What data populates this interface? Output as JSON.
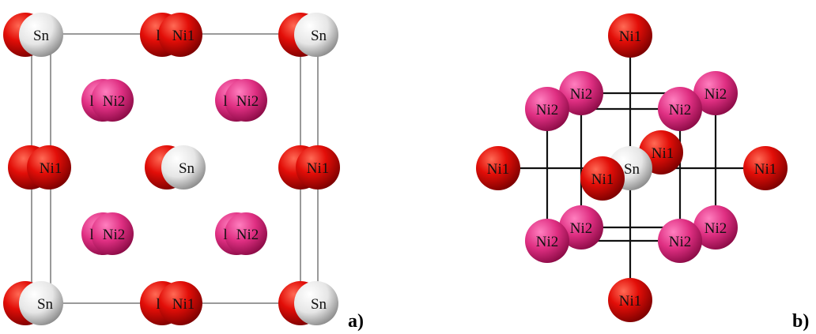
{
  "panels": {
    "a": {
      "label": "a)"
    },
    "b": {
      "label": "b)"
    }
  },
  "atoms": {
    "sn": "Sn",
    "ni1": "Ni1",
    "ni2": "Ni2",
    "ni2_back_fragment": "l",
    "ni1_back_fragment": "l"
  },
  "colors": {
    "sn": "#f0f0f0",
    "ni1": "#e8120c",
    "ni2": "#e0307f",
    "bond": "#111111",
    "cell_edge": "#9a9a9a"
  }
}
